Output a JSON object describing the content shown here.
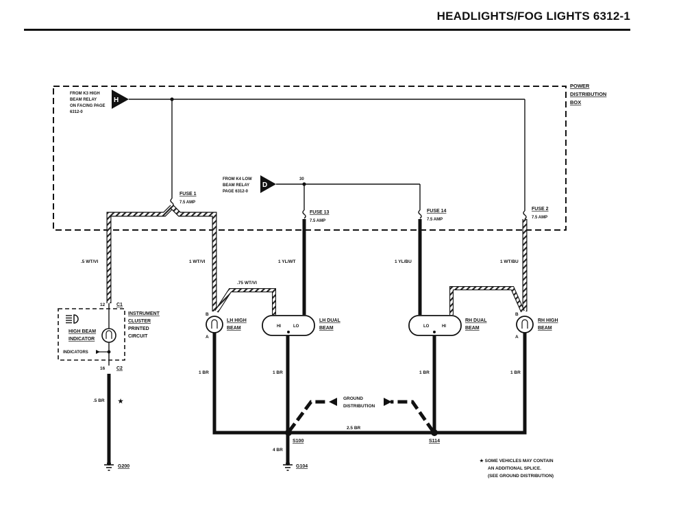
{
  "header": {
    "title": "HEADLIGHTS/FOG LIGHTS   6312-1"
  },
  "pdbox": {
    "label": [
      "POWER",
      "DISTRIBUTION",
      "BOX"
    ]
  },
  "connectors": {
    "h": {
      "letter": "H",
      "label": [
        "FROM K3 HIGH",
        "BEAM RELAY",
        "ON FACING PAGE",
        "6312-0"
      ]
    },
    "d": {
      "letter": "D",
      "label": [
        "FROM K4 LOW",
        "BEAM RELAY",
        "PAGE 6312-0"
      ],
      "terminal": "30"
    }
  },
  "fuses": [
    {
      "name": "FUSE 1",
      "rating": "7.5 AMP"
    },
    {
      "name": "FUSE 13",
      "rating": "7.5 AMP"
    },
    {
      "name": "FUSE 14",
      "rating": "7.5 AMP"
    },
    {
      "name": "FUSE 2",
      "rating": "7.5 AMP"
    }
  ],
  "wires": {
    "w1": ".5 WT/VI",
    "w2": "1 WT/VI",
    "w3": ".75 WT/VI",
    "w4": "1 YL/WT",
    "w5": "1 YL/BU",
    "w6": "1 WT/BU",
    "g1": ".5 BR",
    "g2": "1 BR",
    "g3": "1 BR",
    "g4": "1 BR",
    "g5": "1 BR",
    "g6": "2.5 BR",
    "g7": "4 BR"
  },
  "cluster": {
    "label": [
      "INSTRUMENT",
      "CLUSTER",
      "PRINTED",
      "CIRCUIT"
    ],
    "indicator": [
      "HIGH BEAM",
      "INDICATOR"
    ],
    "indicators": "INDICATORS",
    "c1": "C1",
    "c1pin": "12",
    "c2": "C2",
    "c2pin": "16"
  },
  "lamps": {
    "lh_high": {
      "label": [
        "LH HIGH",
        "BEAM"
      ],
      "pinB": "B",
      "pinA": "A"
    },
    "lh_dual": {
      "label": [
        "LH DUAL",
        "BEAM"
      ],
      "hi": "HI",
      "lo": "LO"
    },
    "rh_dual": {
      "label": [
        "RH DUAL",
        "BEAM"
      ],
      "lo": "LO",
      "hi": "HI"
    },
    "rh_high": {
      "label": [
        "RH HIGH",
        "BEAM"
      ],
      "pinB": "B",
      "pinA": "A"
    }
  },
  "ground": {
    "distribution": [
      "GROUND",
      "DISTRIBUTION"
    ],
    "s100": "S100",
    "s114": "S114",
    "g200": "G200",
    "g104": "G104",
    "star": "★"
  },
  "footnote": [
    "★ SOME VEHICLES MAY CONTAIN",
    "AN ADDITIONAL SPLICE.",
    "(SEE GROUND DISTRIBUTION)"
  ]
}
